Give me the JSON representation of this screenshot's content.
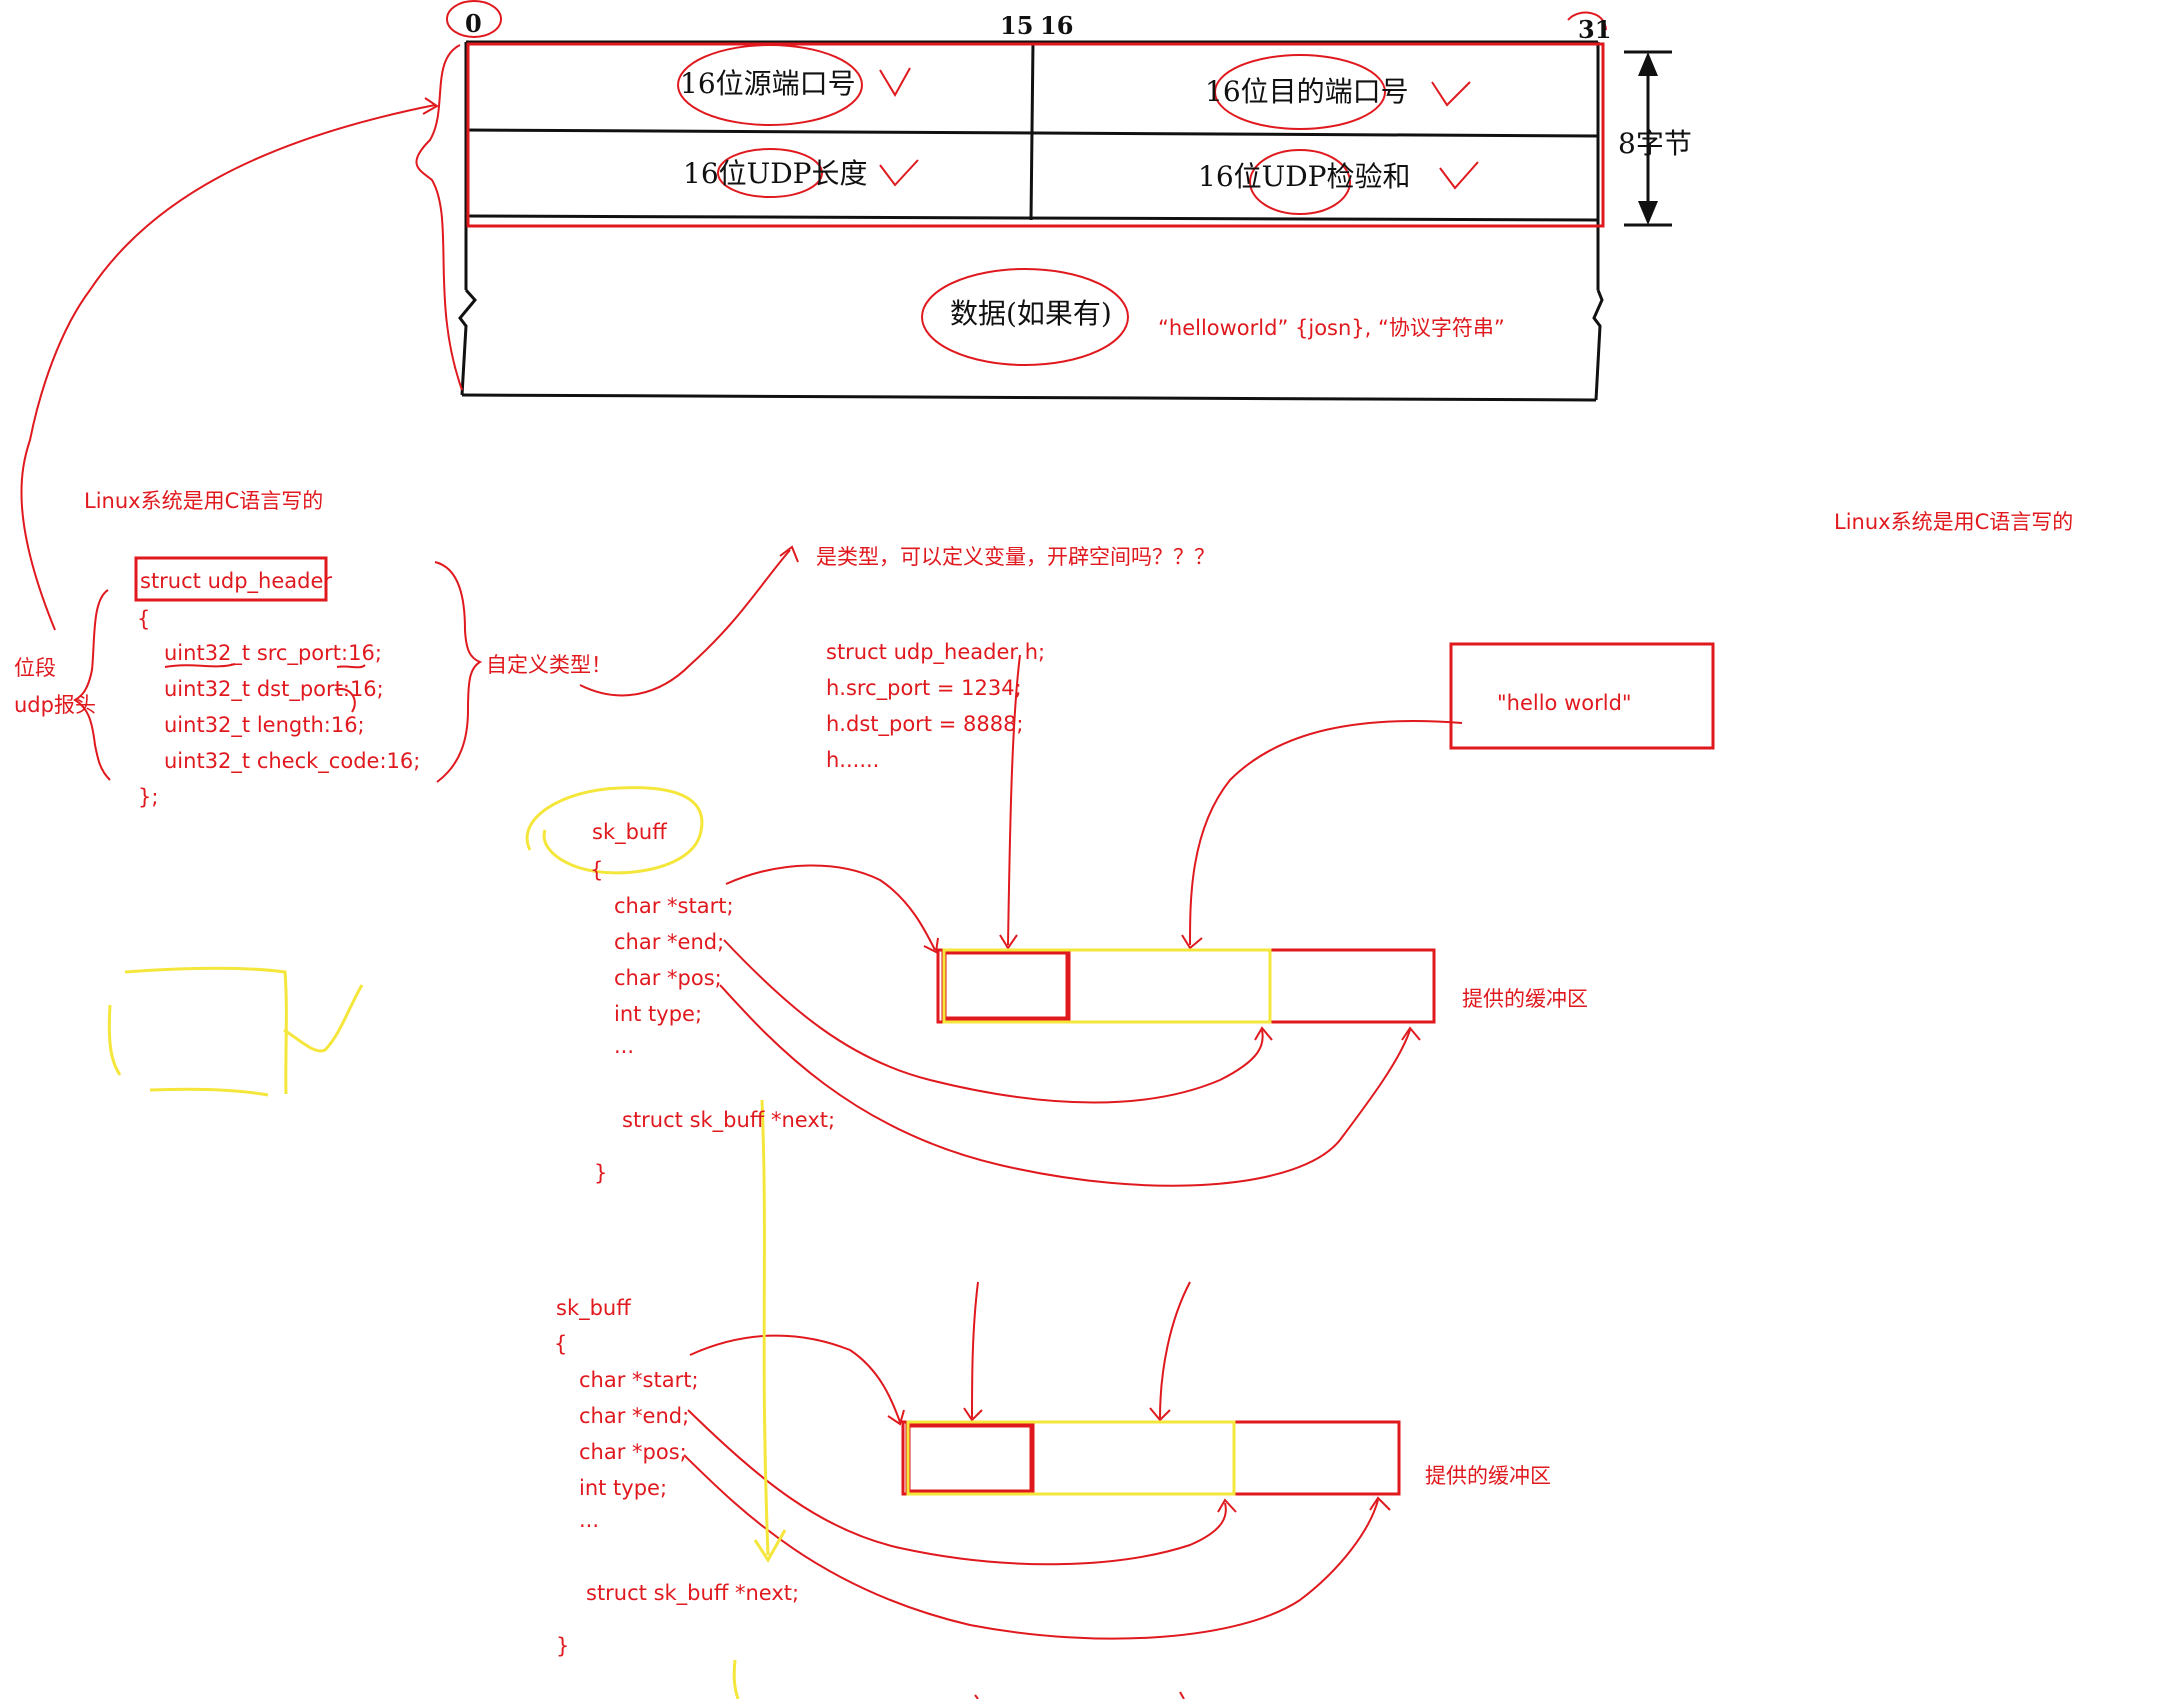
{
  "header_diagram": {
    "bit_labels": {
      "start": "0",
      "middle_a": "15",
      "middle_b": "16",
      "end": "31"
    },
    "fields": {
      "src_port": "16位源端口号",
      "dst_port": "16位目的端口号",
      "length": "16位UDP长度",
      "checksum": "16位UDP检验和"
    },
    "size_label": "8字节",
    "data_label": "数据(如果有)",
    "data_examples": "“helloworld”   {josn},    “协议字符串”"
  },
  "notes": {
    "linux_note_left": "Linux系统是用C语言写的",
    "linux_note_right": "Linux系统是用C语言写的",
    "bitfield_label": "位段",
    "udp_header_label": "udp报头",
    "custom_type": "自定义类型！",
    "question": "是类型，可以定义变量，开辟空间吗？？？",
    "buffer_label_1": "提供的缓冲区",
    "buffer_label_2": "提供的缓冲区",
    "hello_box": "\"hello world\""
  },
  "struct_udp": {
    "title": "struct udp_header",
    "open": "{",
    "lines": [
      "uint32_t src_port:16;",
      "uint32_t dst_port:16;",
      "uint32_t length:16;",
      "uint32_t check_code:16;"
    ],
    "close": "};"
  },
  "usage": {
    "lines": [
      "struct udp_header h;",
      "h.src_port = 1234;",
      "h.dst_port = 8888;",
      "h......"
    ]
  },
  "skbuff_1": {
    "title": "sk_buff",
    "open": "{",
    "fields": [
      "char *start;",
      "char *end;",
      "char *pos;",
      "int type;",
      "..."
    ],
    "next": "struct sk_buff *next;",
    "close": "}"
  },
  "skbuff_2": {
    "title": "sk_buff",
    "open": "{",
    "fields": [
      "char *start;",
      "char *end;",
      "char *pos;",
      "int type;",
      "..."
    ],
    "next": "struct sk_buff *next;",
    "close": "}"
  },
  "colors": {
    "annotation": "#e0191e",
    "highlight": "#f5e63b",
    "diagram_ink": "#111111"
  }
}
